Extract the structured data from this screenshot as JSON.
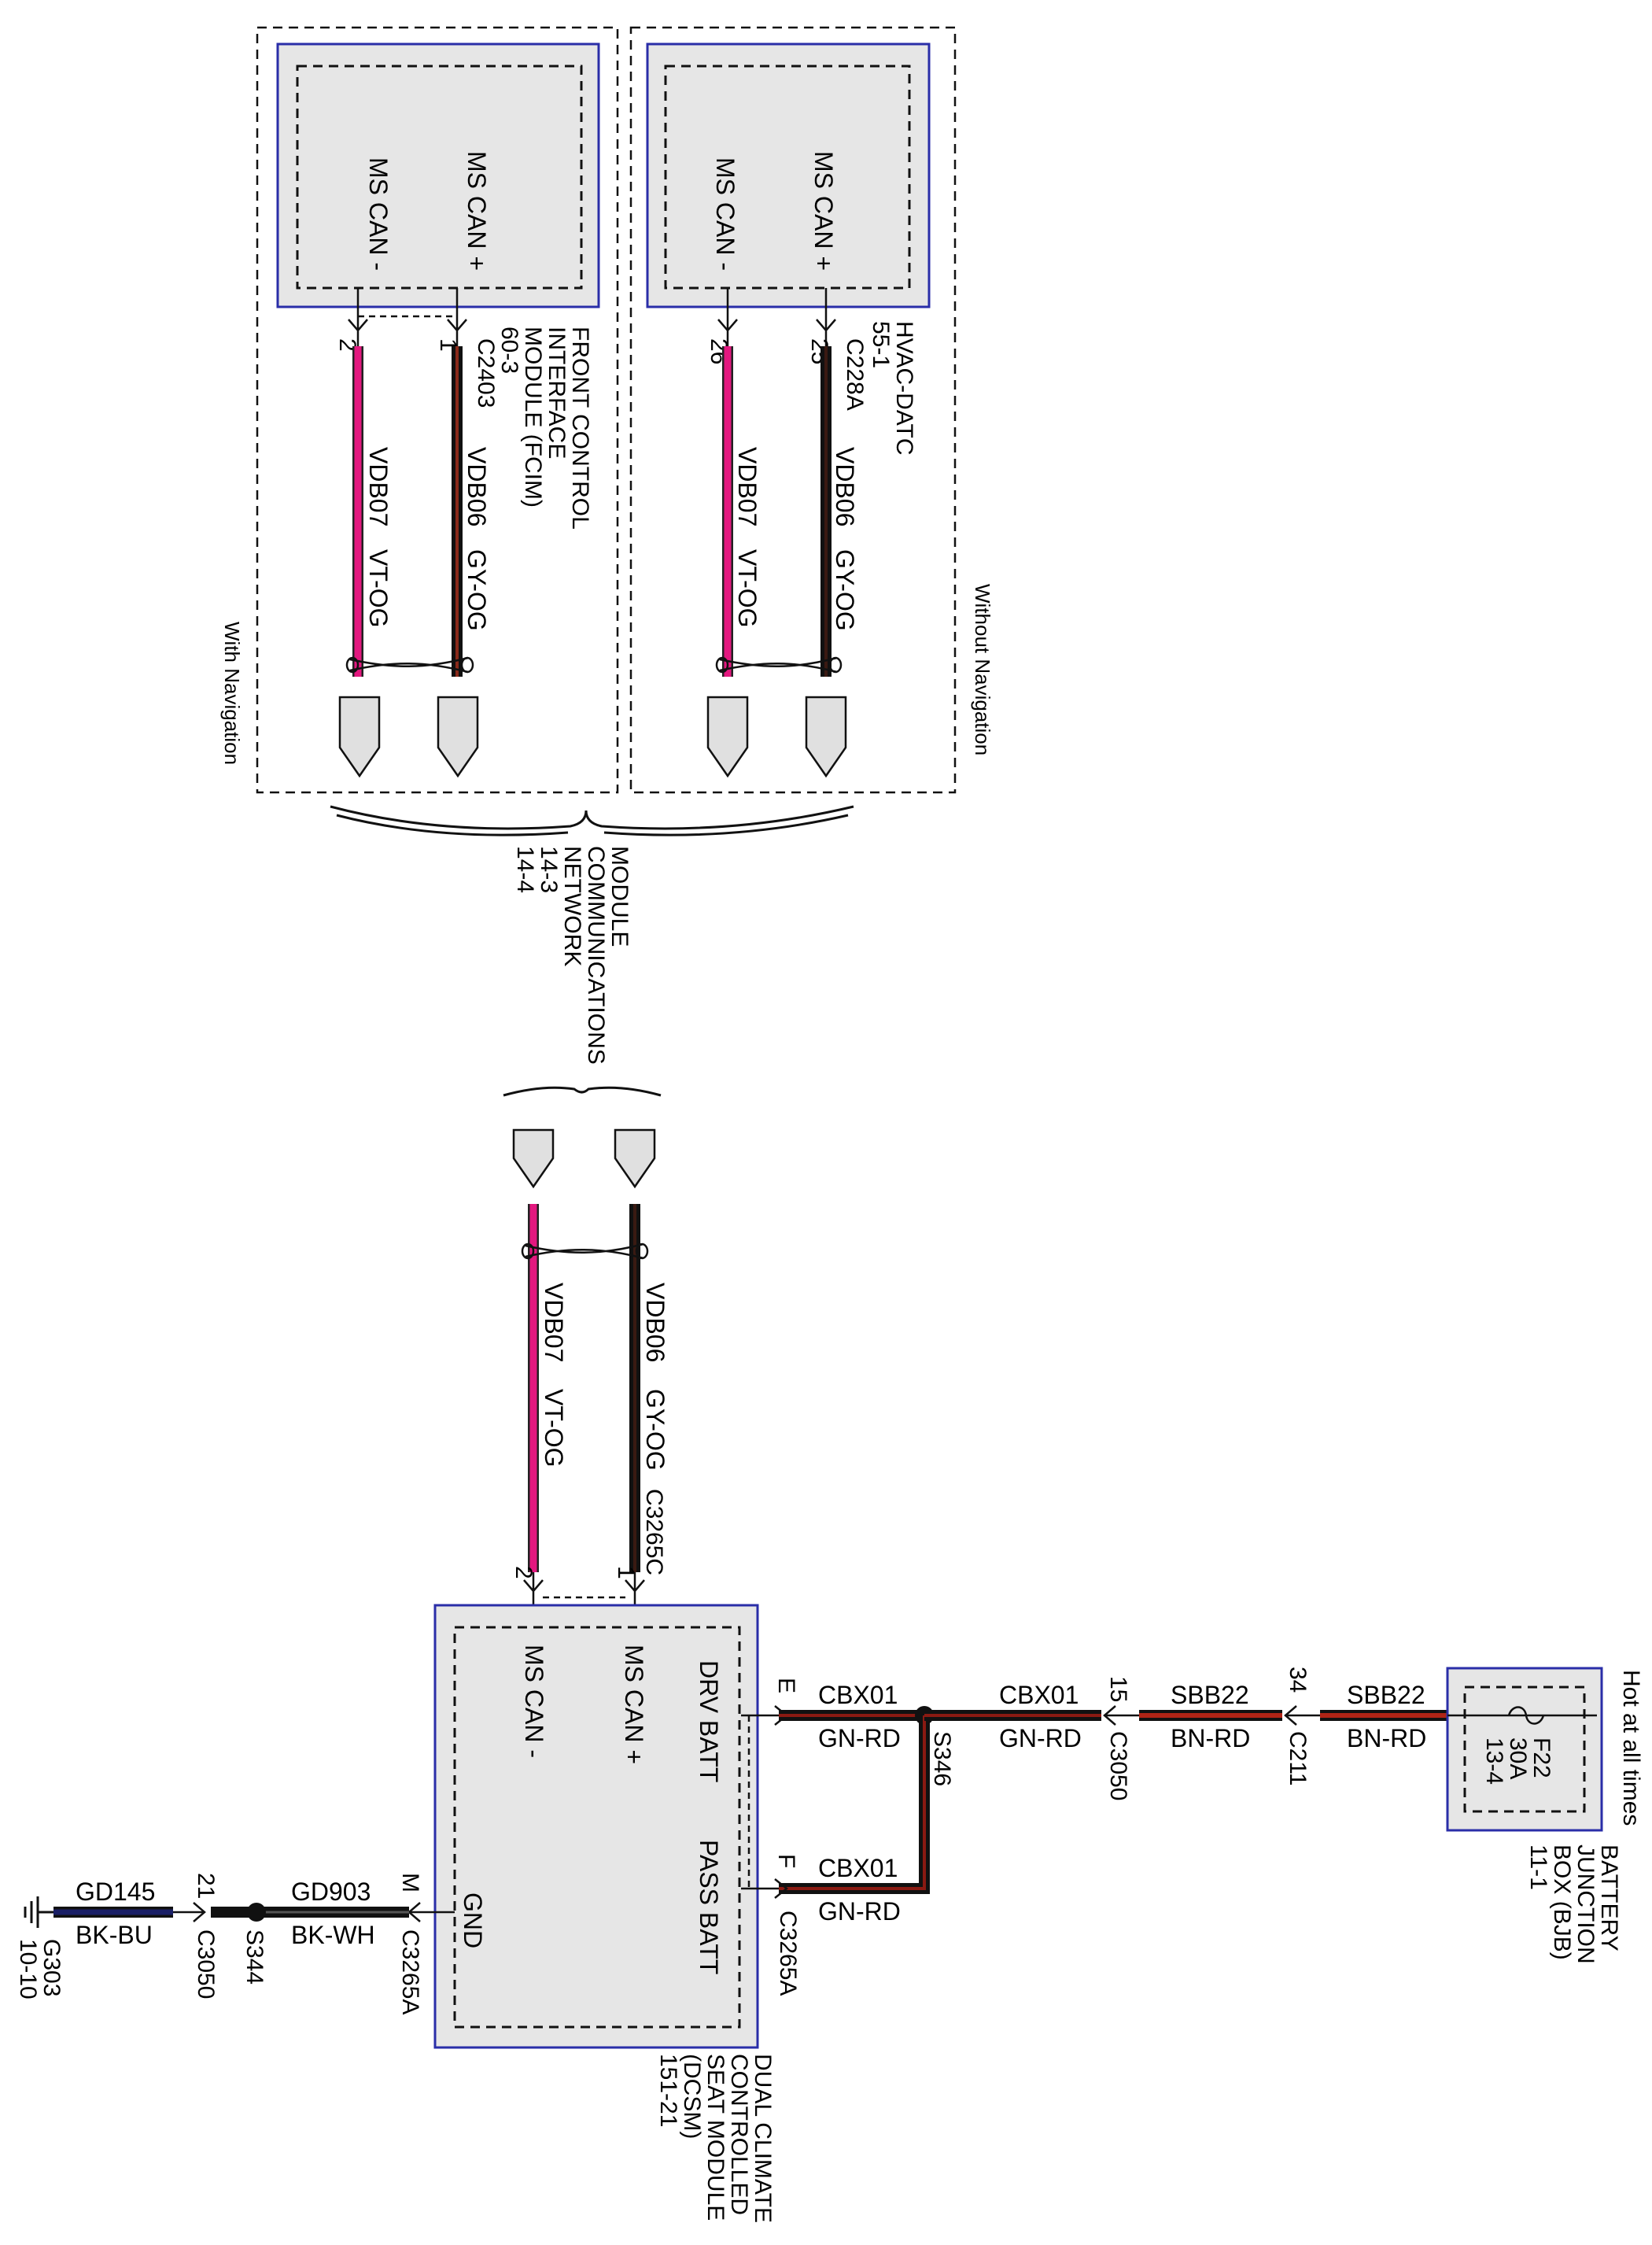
{
  "colors": {
    "module_fill": "#e6e6e6",
    "module_border": "#2a2ea8",
    "vt_og": "#e3187f",
    "gy_og": "#3a1a12",
    "gn_rd": "#4a1410",
    "bn_rd": "#7a1f14",
    "bk_bu": "#1a1f66",
    "bk_wh": "#222222"
  },
  "frames": {
    "with_nav": "With Navigation",
    "without_nav": "Without Navigation"
  },
  "fcim": {
    "pin_plus": "MS CAN +",
    "pin_minus": "MS CAN -",
    "connector": "C2403",
    "pin_no_plus": "1",
    "pin_no_minus": "2",
    "name_1": "FRONT CONTROL",
    "name_2": "INTERFACE",
    "name_3": "MODULE (FCIM)",
    "ref": "60-3",
    "wire_plus": "VDB06",
    "color_plus": "GY-OG",
    "wire_minus": "VDB07",
    "color_minus": "VT-OG"
  },
  "hvac": {
    "pin_plus": "MS CAN +",
    "pin_minus": "MS CAN -",
    "connector": "C228A",
    "pin_no_plus": "25",
    "pin_no_minus": "26",
    "name": "HVAC-DATC",
    "ref": "55-1",
    "wire_plus": "VDB06",
    "color_plus": "GY-OG",
    "wire_minus": "VDB07",
    "color_minus": "VT-OG"
  },
  "mcn": {
    "line_1": "MODULE",
    "line_2": "COMMUNICATIONS",
    "line_3": "NETWORK",
    "ref_1": "14-3",
    "ref_2": "14-4"
  },
  "dcsm_can": {
    "wire_plus": "VDB06",
    "color_plus": "GY-OG",
    "wire_minus": "VDB07",
    "color_minus": "VT-OG",
    "connector": "C3265C",
    "pin_no_plus": "1",
    "pin_no_minus": "2"
  },
  "dcsm": {
    "pin_drv_batt": "DRV BATT",
    "pin_can_plus": "MS CAN +",
    "pin_can_minus": "MS CAN -",
    "pin_pass_batt": "PASS BATT",
    "pin_gnd": "GND",
    "name_1": "DUAL CLIMATE",
    "name_2": "CONTROLLED",
    "name_3": "SEAT MODULE",
    "name_4": "(DCSM)",
    "ref": "151-21"
  },
  "power": {
    "pin_e": "E",
    "pin_f": "F",
    "wire_1": "CBX01",
    "color_1": "GN-RD",
    "splice": "S346",
    "wire_2": "CBX01",
    "color_2": "GN-RD",
    "pin_15": "15",
    "conn_c3050": "C3050",
    "wire_3": "SBB22",
    "color_3": "BN-RD",
    "pin_34": "34",
    "conn_c211": "C211",
    "wire_4": "SBB22",
    "color_4": "BN-RD",
    "wire_pass": "CBX01",
    "color_pass": "GN-RD",
    "conn_c3265a": "C3265A"
  },
  "bjb": {
    "hot": "Hot at all times",
    "fuse": "F22",
    "amps": "30A",
    "fuse_ref": "13-4",
    "name_1": "BATTERY",
    "name_2": "JUNCTION",
    "name_3": "BOX (BJB)",
    "ref": "11-1"
  },
  "ground": {
    "pin_m": "M",
    "conn_c3265a": "C3265A",
    "wire_1": "GD903",
    "color_1": "BK-WH",
    "splice": "S344",
    "pin_21": "21",
    "conn_c3050": "C3050",
    "wire_2": "GD145",
    "color_2": "BK-BU",
    "ground": "G303",
    "ground_ref": "10-10"
  }
}
